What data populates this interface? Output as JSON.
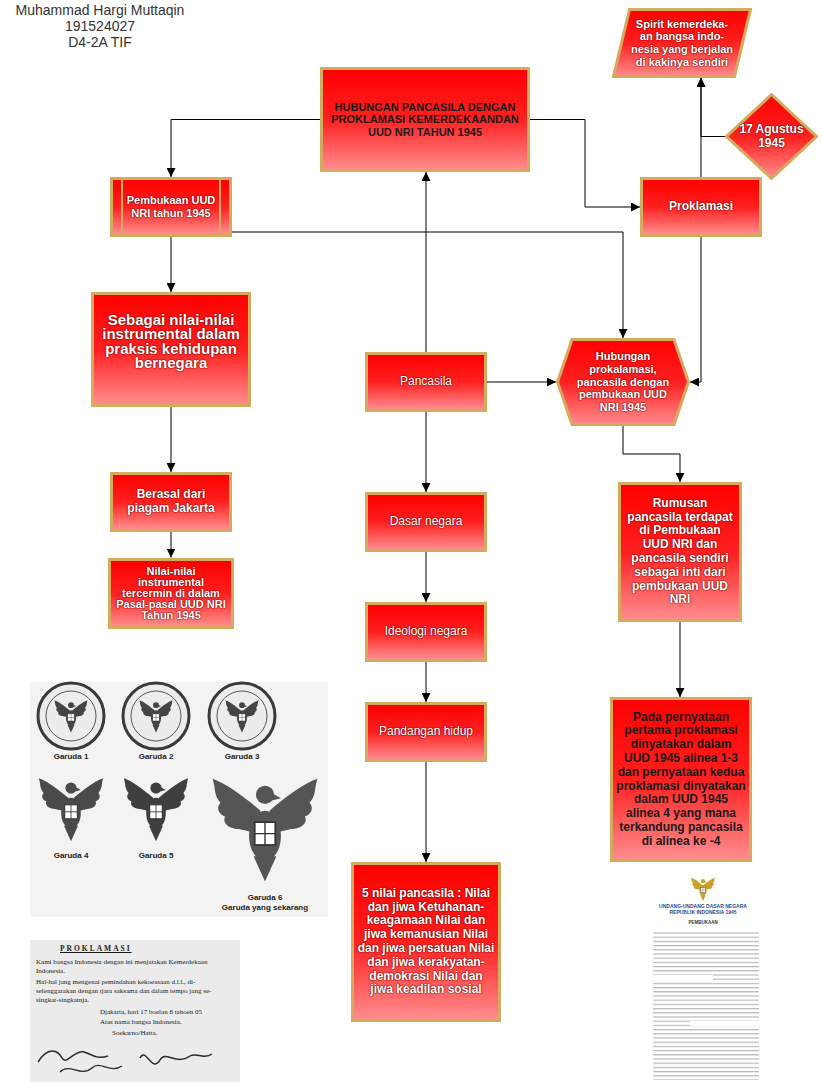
{
  "diagram": {
    "nodes": [
      {
        "text": [
          "HUBUNGAN PANCASILA DENGAN PROKLAMASI KEMERDEKAANDAN UUD NRI TAHUN 1945"
        ]
      },
      {
        "text": [
          "Spirit kemerdeka-an bangsa indo-nesia yang berjalan di kakinya sendiri"
        ]
      },
      {
        "text": [
          "17 Agustus 1945"
        ]
      },
      {
        "text": [
          "Pembukaan UUD NRI tahun 1945"
        ]
      },
      {
        "text": [
          "Proklamasi"
        ]
      },
      {
        "text": [
          "Sebagai nilai-nilai instrumental dalam praksis kehidupan bernegara"
        ]
      },
      {
        "text": [
          "Pancasila"
        ]
      },
      {
        "text": [
          "Hubungan prokalamasi, pancasila dengan pembukaan UUD NRI 1945"
        ]
      },
      {
        "text": [
          "Berasal dari piagam Jakarta"
        ]
      },
      {
        "text": [
          "Dasar negara"
        ]
      },
      {
        "text": [
          "Rumusan pancasila terdapat di Pembukaan UUD NRI dan pancasila sendiri sebagai inti dari pembukaan UUD NRI"
        ]
      },
      {
        "text": [
          "Nilai-nilai instrumental tercermin di dalam Pasal-pasal UUD NRI Tahun 1945"
        ]
      },
      {
        "text": [
          "Ideologi negara"
        ]
      },
      {
        "text": [
          "Pandangan hidup"
        ]
      },
      {
        "text": [
          "Pada pernyataan pertama proklamasi dinyatakan dalam UUD 1945 alinea 1-3 dan pernyataan kedua proklamasi dinyatakan dalam UUD 1945 alinea 4 yang mana terkandung pancasila di alinea ke -4"
        ]
      },
      {
        "text": [
          "5 nilai pancasila : Nilai dan jiwa Ketuhanan-keagamaan Nilai dan jiwa kemanusian Nilai dan jiwa persatuan Nilai dan jiwa kerakyatan-demokrasi Nilai dan jiwa keadilan sosial"
        ]
      }
    ],
    "edges": [
      {
        "from": 0,
        "to": 3,
        "arrow": "to"
      },
      {
        "from": 0,
        "to": 4,
        "arrow": "to"
      },
      {
        "from": 2,
        "to": 1,
        "arrow": "to"
      },
      {
        "from": 4,
        "to": 1,
        "arrow": "to"
      },
      {
        "from": 3,
        "to": 7,
        "arrow": "to"
      },
      {
        "from": 6,
        "to": 0,
        "arrow": "to"
      },
      {
        "from": 6,
        "to": 7,
        "arrow": "to"
      },
      {
        "from": 4,
        "to": 7,
        "arrow": "to"
      },
      {
        "from": 3,
        "to": 5,
        "arrow": "to"
      },
      {
        "from": 5,
        "to": 8,
        "arrow": "to"
      },
      {
        "from": 8,
        "to": 11,
        "arrow": "to"
      },
      {
        "from": 6,
        "to": 9,
        "arrow": "to"
      },
      {
        "from": 9,
        "to": 12,
        "arrow": "to"
      },
      {
        "from": 12,
        "to": 13,
        "arrow": "to"
      },
      {
        "from": 13,
        "to": 15,
        "arrow": "to"
      },
      {
        "from": 7,
        "to": 10,
        "arrow": "to"
      },
      {
        "from": 10,
        "to": 14,
        "arrow": "to"
      }
    ],
    "labels": [
      "Muhammad Hargi Muttaqin",
      "191524027",
      "D4-2A TIF",
      "Garuda 1",
      "Garuda 2",
      "Garuda 3",
      "Garuda 4",
      "Garuda 5",
      "Garuda 6",
      "Garuda yang sekarang",
      "PROKLAMASI",
      "Kami bangsa Indonesia dengan ini menjatakan Kemerdekaan Indonesia.",
      "Hal-hal jang mengenai pemindahan kekoeasaan d.l.l., di-selenggarakan dengan tjara saksama dan dalam tempo jang se-singkat-singkatnja.",
      "Djakarta, hari 17 boelan 8 tahoen 05",
      "Atas nama bangsa Indonesia.",
      "Soekarno/Hatta.",
      "UNDANG-UNDANG DASAR NEGARA REPUBLIK INDONESIA 1945",
      "PEMBUKAAN"
    ]
  }
}
